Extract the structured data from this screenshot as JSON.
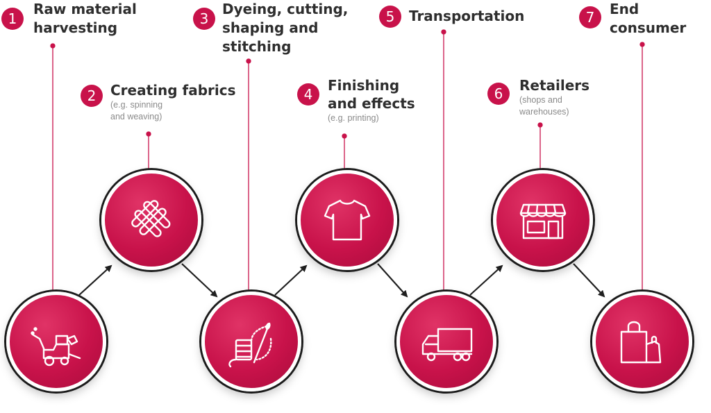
{
  "colors": {
    "accent": "#c8124a",
    "text": "#2e2e2e",
    "muted": "#8a8a8a",
    "arrow": "#1f1f1f"
  },
  "steps": [
    {
      "number": "1",
      "title": "Raw material harvesting",
      "title_lines": [
        "Raw material",
        "harvesting"
      ],
      "subtitle_lines": [],
      "icon": "harvester-icon"
    },
    {
      "number": "2",
      "title": "Creating fabrics",
      "title_lines": [
        "Creating fabrics"
      ],
      "subtitle_lines": [
        "(e.g. spinning",
        "and weaving)"
      ],
      "icon": "woven-fabric-icon"
    },
    {
      "number": "3",
      "title": "Dyeing, cutting, shaping and stitching",
      "title_lines": [
        "Dyeing, cutting,",
        "shaping and",
        "stitching"
      ],
      "subtitle_lines": [],
      "icon": "thread-needle-icon"
    },
    {
      "number": "4",
      "title": "Finishing and effects",
      "title_lines": [
        "Finishing",
        "and effects"
      ],
      "subtitle_lines": [
        "(e.g. printing)"
      ],
      "icon": "tshirt-icon"
    },
    {
      "number": "5",
      "title": "Transportation",
      "title_lines": [
        "Transportation"
      ],
      "subtitle_lines": [],
      "icon": "truck-icon"
    },
    {
      "number": "6",
      "title": "Retailers",
      "title_lines": [
        "Retailers"
      ],
      "subtitle_lines": [
        "(shops and",
        "warehouses)"
      ],
      "icon": "shop-icon"
    },
    {
      "number": "7",
      "title": "End consumer",
      "title_lines": [
        "End",
        "consumer"
      ],
      "subtitle_lines": [],
      "icon": "shopping-bags-icon"
    }
  ]
}
